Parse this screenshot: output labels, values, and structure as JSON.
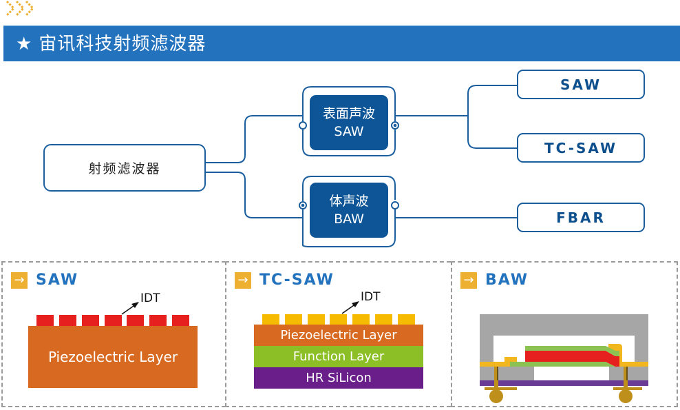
{
  "header": {
    "star_icon": "★",
    "title": "宙讯科技射频滤波器"
  },
  "colors": {
    "header_blue": "#2372bd",
    "node_blue": "#0d5597",
    "line_blue": "#1a5e9e",
    "accent_orange": "#edb030",
    "idt_red": "#e5201f",
    "idt_yellow": "#f6bb00",
    "piezo_orange": "#d76a20",
    "function_green": "#8cbf26",
    "silicon_purple": "#6a1e8a",
    "cap_gray": "#a6a6a6",
    "pad_gold": "#bf8f1c"
  },
  "tree": {
    "root": "射频滤波器",
    "branches": [
      {
        "cn": "表面声波",
        "en": "SAW",
        "children": [
          "SAW",
          "TC-SAW"
        ]
      },
      {
        "cn": "体声波",
        "en": "BAW",
        "children": [
          "FBAR"
        ]
      }
    ]
  },
  "panels": {
    "saw": {
      "arrow_icon": "→",
      "title": "SAW",
      "idt_label": "IDT",
      "layers": [
        "Piezoelectric Layer"
      ]
    },
    "tcsaw": {
      "arrow_icon": "→",
      "title": "TC-SAW",
      "idt_label": "IDT",
      "layers": [
        "Piezoelectric Layer",
        "Function Layer",
        "HR SiLicon"
      ]
    },
    "baw": {
      "arrow_icon": "→",
      "title": "BAW"
    }
  }
}
